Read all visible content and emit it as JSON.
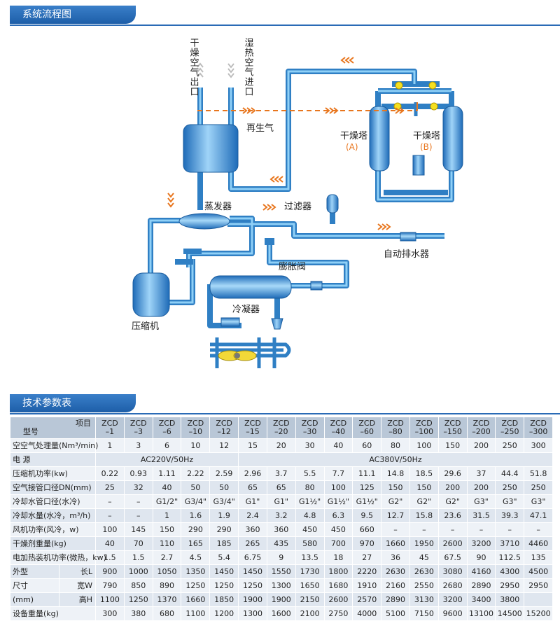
{
  "sections": {
    "flow_title": "系统流程图",
    "table_title": "技术参数表"
  },
  "diagram": {
    "outlet": "干燥空气出口",
    "inlet": "湿热空气进口",
    "regen": "再生气",
    "tower_label": "干燥塔",
    "tower_a": "(A)",
    "tower_b": "(B)",
    "evaporator": "蒸发器",
    "filter": "过滤器",
    "drain": "自动排水器",
    "valve": "膨胀阀",
    "compressor": "压缩机",
    "condenser": "冷凝器"
  },
  "table": {
    "corner_top": "项目",
    "corner_bottom": "型号",
    "model_prefix": "ZCD",
    "models": [
      "–1",
      "–3",
      "–6",
      "–10",
      "–12",
      "–15",
      "–20",
      "–30",
      "–40",
      "–60",
      "–80",
      "–100",
      "–150",
      "–200",
      "–250",
      "–300"
    ],
    "rows": [
      {
        "label": "空空气处理量(Nm³/min)",
        "values": [
          "1",
          "3",
          "6",
          "10",
          "12",
          "15",
          "20",
          "30",
          "40",
          "60",
          "80",
          "100",
          "150",
          "200",
          "250",
          "300"
        ]
      },
      {
        "label": "电 源",
        "values": []
      },
      {
        "label": "压缩机功率(kw)",
        "values": [
          "0.22",
          "0.93",
          "1.11",
          "2.22",
          "2.59",
          "2.96",
          "3.7",
          "5.5",
          "7.7",
          "11.1",
          "14.8",
          "18.5",
          "29.6",
          "37",
          "44.4",
          "51.8"
        ]
      },
      {
        "label": "空气接管口径DN(mm)",
        "values": [
          "25",
          "32",
          "40",
          "50",
          "50",
          "65",
          "65",
          "80",
          "100",
          "125",
          "150",
          "150",
          "200",
          "200",
          "250",
          "250"
        ]
      },
      {
        "label": "冷却水管口径(水冷)",
        "values": [
          "–",
          "–",
          "G1/2\"",
          "G3/4\"",
          "G3/4\"",
          "G1\"",
          "G1\"",
          "G1½\"",
          "G1½\"",
          "G1½\"",
          "G2\"",
          "G2\"",
          "G2\"",
          "G3\"",
          "G3\"",
          "G3\""
        ]
      },
      {
        "label": "冷却水量(水冷，m³/h)",
        "values": [
          "–",
          "–",
          "1",
          "1.6",
          "1.9",
          "2.4",
          "3.2",
          "4.8",
          "6.3",
          "9.5",
          "12.7",
          "15.8",
          "23.6",
          "31.5",
          "39.3",
          "47.1"
        ]
      },
      {
        "label": "风机功率(风冷，w)",
        "values": [
          "100",
          "145",
          "150",
          "290",
          "290",
          "360",
          "360",
          "450",
          "450",
          "660",
          "–",
          "–",
          "–",
          "–",
          "–",
          "–"
        ]
      },
      {
        "label": "干燥剂重量(kg)",
        "values": [
          "40",
          "70",
          "110",
          "165",
          "185",
          "265",
          "435",
          "580",
          "700",
          "970",
          "1660",
          "1950",
          "2600",
          "3200",
          "3710",
          "4460"
        ]
      },
      {
        "label": "电加热装机功率(微热，kw)",
        "values": [
          "1.5",
          "1.5",
          "2.7",
          "4.5",
          "5.4",
          "6.75",
          "9",
          "13.5",
          "18",
          "27",
          "36",
          "45",
          "67.5",
          "90",
          "112.5",
          "135"
        ]
      }
    ],
    "power": {
      "low": "AC220V/50Hz",
      "high": "AC380V/50Hz"
    },
    "dims": {
      "group": [
        "外型",
        "尺寸",
        "(mm)"
      ],
      "rows": [
        {
          "label": "长L",
          "values": [
            "900",
            "1000",
            "1050",
            "1350",
            "1450",
            "1450",
            "1550",
            "1730",
            "1800",
            "2220",
            "2630",
            "2630",
            "3080",
            "4160",
            "4300",
            "4500"
          ]
        },
        {
          "label": "宽W",
          "values": [
            "790",
            "850",
            "890",
            "1250",
            "1250",
            "1250",
            "1300",
            "1650",
            "1680",
            "1910",
            "2160",
            "2550",
            "2680",
            "2890",
            "2950",
            "2950"
          ]
        },
        {
          "label": "高H",
          "values": [
            "1100",
            "1250",
            "1370",
            "1660",
            "1850",
            "1900",
            "1900",
            "2150",
            "2600",
            "2570",
            "2890",
            "3130",
            "3200",
            "3400",
            "3800"
          ]
        }
      ]
    },
    "weight": {
      "label": "设备重量(kg)",
      "values": [
        "300",
        "380",
        "680",
        "1100",
        "1200",
        "1300",
        "1600",
        "2100",
        "2750",
        "4000",
        "5100",
        "7150",
        "9600",
        "13100",
        "14500",
        "15200"
      ]
    }
  },
  "colors": {
    "header": "#2a6bb6",
    "pipe": "#4aa3e0",
    "flow_arrow": "#e8761e",
    "valve_ball": "#f5e020"
  }
}
